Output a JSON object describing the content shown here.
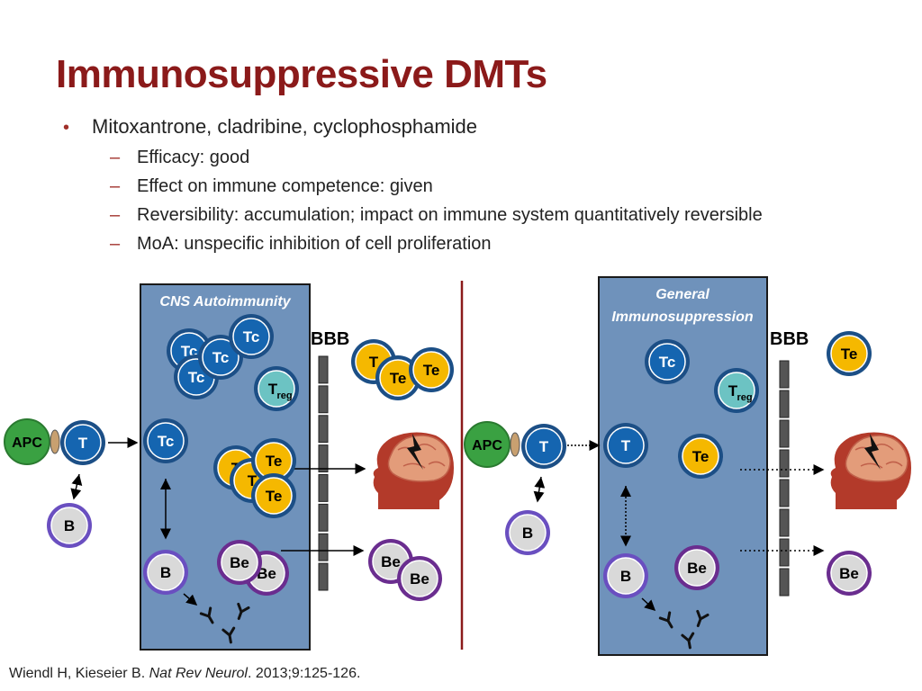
{
  "slide": {
    "title": "Immunosuppressive DMTs",
    "bullet": "Mitoxantrone, cladribine, cyclophosphamide",
    "sub_bullets": [
      "Efficacy: good",
      "Effect on immune competence: given",
      "Reversibility: accumulation; impact on immune system quantitatively reversible",
      "MoA: unspecific inhibition of cell proliferation"
    ],
    "citation": {
      "authors": "Wiendl H, Kieseier B. ",
      "journal": "Nat Rev Neurol",
      "rest": ". 2013;9:125-126."
    }
  },
  "diagram": {
    "left_panel": {
      "title": "CNS Autoimmunity",
      "barrier_label": "BBB"
    },
    "right_panel": {
      "title_line1": "General",
      "title_line2": "Immunosuppression",
      "barrier_label": "BBB"
    },
    "cell_labels": {
      "apc": "APC",
      "t": "T",
      "b": "B",
      "tc": "Tc",
      "te": "Te",
      "be": "Be",
      "treg_main": "T",
      "treg_sub": "reg"
    },
    "colors": {
      "title": "#8b1a1a",
      "panel": "#6f92bb",
      "t_cell": "#1565b0",
      "effector": "#f5b800",
      "b_cell": "#d9d9d9",
      "b_ring": "#6a4fc0",
      "be_ring": "#6a2d8f",
      "treg": "#6cc3c3",
      "apc": "#3aa142",
      "divider": "#8b1a1a"
    }
  }
}
